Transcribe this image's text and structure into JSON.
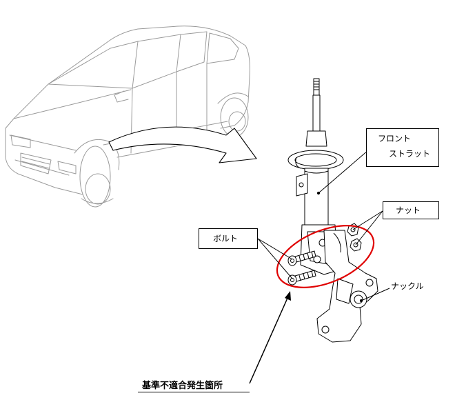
{
  "labels": {
    "front_strut_line1": "フロント",
    "front_strut_line2": "ストラット",
    "nut": "ナット",
    "bolt": "ボルト",
    "knuckle": "ナックル",
    "nonconforming_location": "基準不適合発生箇所"
  },
  "colors": {
    "line": "#000000",
    "car_outline": "#9a9a9a",
    "highlight": "#e00000"
  }
}
